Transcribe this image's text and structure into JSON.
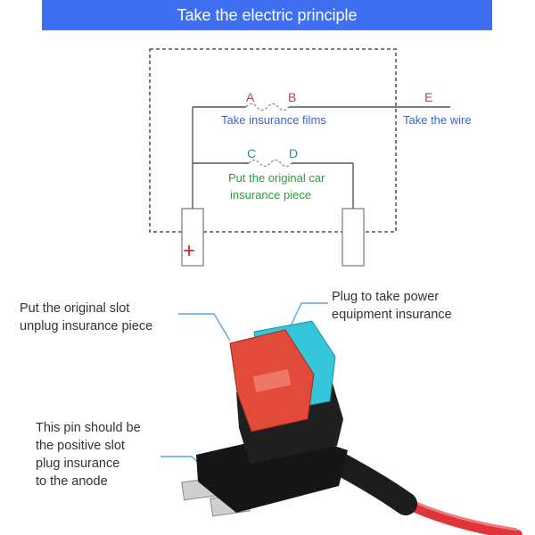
{
  "header": {
    "title": "Take the electric principle"
  },
  "schematic": {
    "point_a": "A",
    "point_b": "B",
    "point_c": "C",
    "point_d": "D",
    "point_e": "E",
    "label_insurance_films": "Take insurance films",
    "label_take_wire": "Take the wire",
    "label_original_line1": "Put the original car",
    "label_original_line2": "insurance piece",
    "positive_symbol": "+"
  },
  "photo_callouts": {
    "left_top": [
      "Put the original slot",
      "unplug insurance piece"
    ],
    "right_top": [
      "Plug to take power",
      "equipment insurance"
    ],
    "left_bottom": [
      "This pin should be",
      "the positive slot",
      "plug insurance",
      "to the anode"
    ]
  },
  "colors": {
    "banner": "#3d6ff0",
    "wire": "#555555",
    "callout_line": "#5aa9d8",
    "red_fuse": "#e24a3a",
    "blue_fuse": "#36c6dc",
    "red_wire": "#e0333a"
  }
}
